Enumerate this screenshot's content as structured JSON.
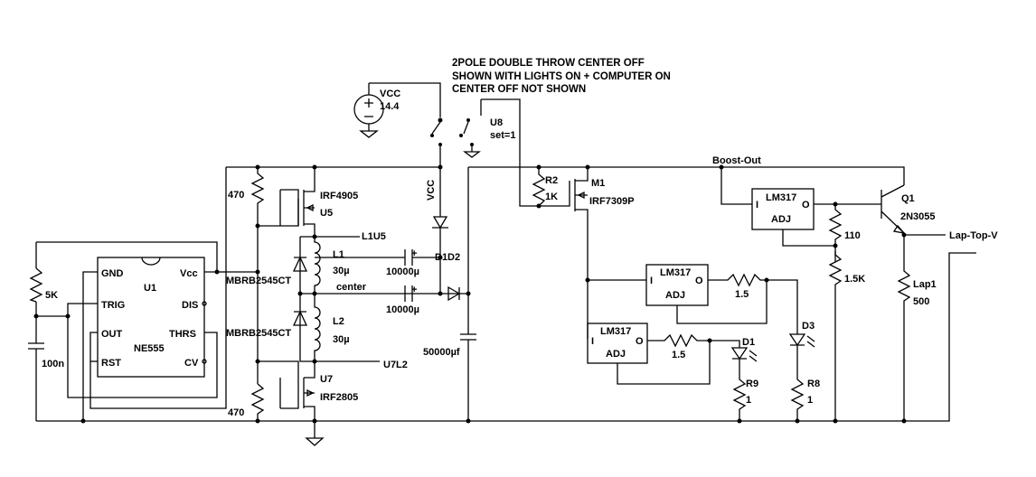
{
  "note": {
    "line1": "2POLE DOUBLE THROW CENTER OFF",
    "line2": "SHOWN WITH LIGHTS ON + COMPUTER ON",
    "line3": "CENTER OFF NOT SHOWN"
  },
  "source": {
    "name": "VCC",
    "value": "14.4"
  },
  "switch": {
    "ref": "U8",
    "param": "set=1"
  },
  "vcc_rail": "VCC",
  "timer": {
    "ref": "U1",
    "part": "NE555",
    "pins": {
      "gnd": "GND",
      "vcc": "Vcc",
      "trig": "TRIG",
      "dis": "DIS",
      "out": "OUT",
      "thrs": "THRS",
      "rst": "RST",
      "cv": "CV"
    }
  },
  "resistors": {
    "r_timing": "5K",
    "r_gate_top": "470",
    "r_gate_bot": "470",
    "r2_ref": "R2",
    "r2_val": "1K",
    "r_lm1": "1.5",
    "r_lm2": "1.5",
    "r_adj1": "110",
    "r_adj2": "1.5K",
    "r9_ref": "R9",
    "r9_val": "1",
    "r8_ref": "R8",
    "r8_val": "1",
    "lap_ref": "Lap1",
    "lap_val": "500"
  },
  "capacitors": {
    "c_timing": "100n",
    "c1": "10000µ",
    "c2": "10000µ",
    "c_bulk": "50000µf"
  },
  "mosfets": {
    "u5_part": "IRF4905",
    "u5_ref": "U5",
    "u7_ref": "U7",
    "u7_part": "IRF2805",
    "m1_ref": "M1",
    "m1_part": "IRF7309P"
  },
  "diodes": {
    "d_top": "MBRB2545CT",
    "d_bot": "MBRB2545CT",
    "d1d2": "D1D2",
    "d1": "D1",
    "d3": "D3"
  },
  "inductors": {
    "l1_ref": "L1",
    "l1_val": "30µ",
    "l2_ref": "L2",
    "l2_val": "30µ",
    "center": "center"
  },
  "nets": {
    "l1u5": "L1U5",
    "u7l2": "U7L2",
    "boost": "Boost-Out",
    "laptop": "Lap-Top-V"
  },
  "regulators": {
    "main": {
      "part": "LM317",
      "i": "I",
      "o": "O",
      "adj": "ADJ"
    },
    "mid": {
      "part": "LM317",
      "i": "I",
      "o": "O",
      "adj": "ADJ"
    },
    "low": {
      "part": "LM317",
      "i": "I",
      "o": "O",
      "adj": "ADJ"
    }
  },
  "transistor": {
    "ref": "Q1",
    "part": "2N3055"
  }
}
